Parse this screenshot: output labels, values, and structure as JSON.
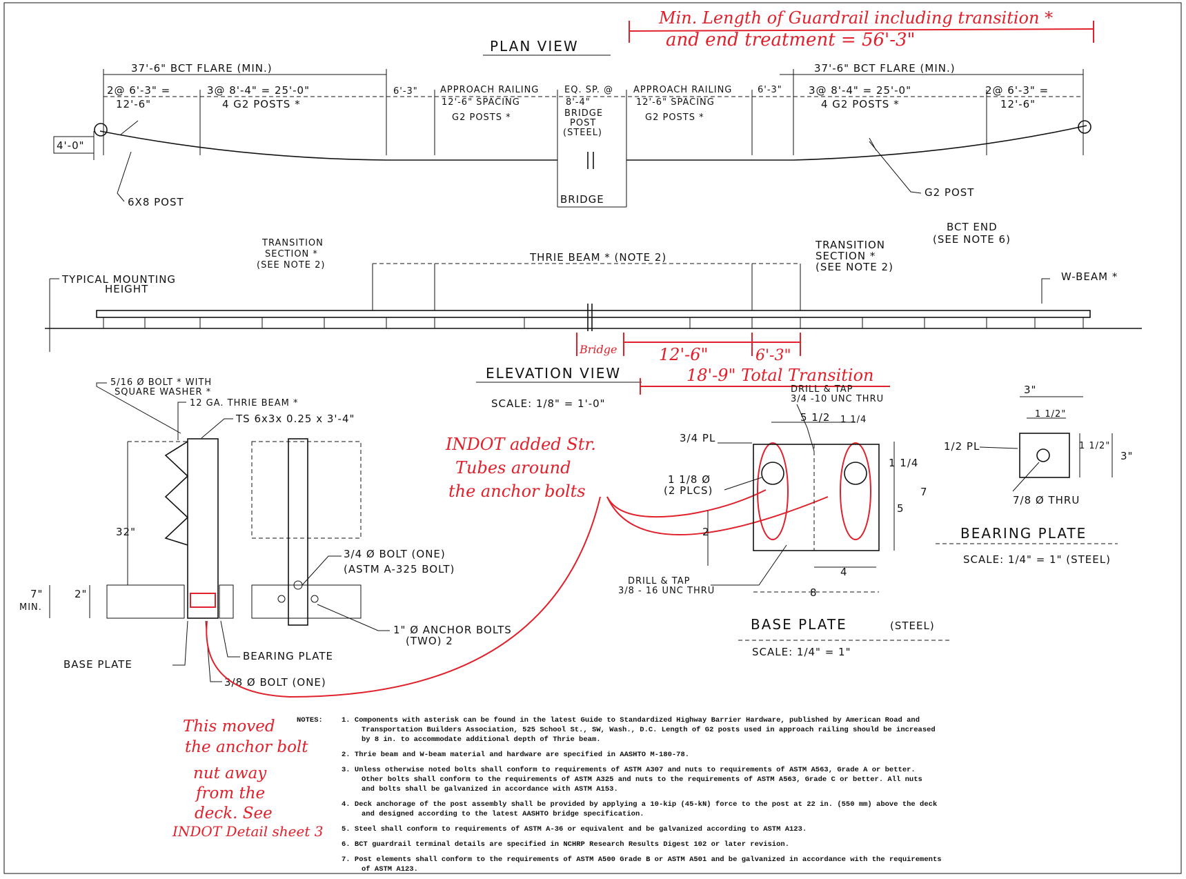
{
  "annotations": {
    "min_length_line1": "Min. Length of Guardrail including transition *",
    "min_length_line2": "and end treatment = 56'-3\"",
    "bridge": "Bridge",
    "dim_12_6": "12'-6\"",
    "dim_6_3": "6'-3\"",
    "total_transition": "18'-9\" Total Transition",
    "indot_added_1": "INDOT added Str.",
    "indot_added_2": "Tubes around",
    "indot_added_3": "the anchor bolts",
    "moved_1": "This moved",
    "moved_2": "the anchor bolt",
    "moved_3": "nut away",
    "moved_4": "from the",
    "moved_5": "deck. See",
    "moved_6": "INDOT Detail sheet 3"
  },
  "plan": {
    "title": "PLAN VIEW",
    "bct_flare_left": "37'-6\" BCT FLARE (MIN.)",
    "bct_flare_right": "37'-6\" BCT FLARE (MIN.)",
    "left_sp1a": "2@ 6'-3\" =",
    "left_sp1b": "12'-6\"",
    "left_sp2a": "3@ 8'-4\" = 25'-0\"",
    "left_sp2b": "4 G2 POSTS *",
    "gap_left": "6'-3\"",
    "approach_left_a": "APPROACH RAILING",
    "approach_left_b": "12'-6\" SPACING",
    "approach_left_c": "G2 POSTS *",
    "bridge_post_a": "EQ. SP. @",
    "bridge_post_b": "8'-4\"",
    "bridge_post_c": "BRIDGE",
    "bridge_post_d": "POST",
    "bridge_post_e": "(STEEL)",
    "approach_right_a": "APPROACH RAILING",
    "approach_right_b": "12'-6\" SPACING",
    "approach_right_c": "G2 POSTS *",
    "gap_right": "6'-3\"",
    "right_sp2a": "3@ 8'-4\" = 25'-0\"",
    "right_sp2b": "4 G2 POSTS *",
    "right_sp1a": "2@ 6'-3\" =",
    "right_sp1b": "12'-6\"",
    "offset": "4'-0\"",
    "post_6x8": "6X8 POST",
    "bridge": "BRIDGE",
    "g2_post": "G2 POST"
  },
  "elevation": {
    "title": "ELEVATION VIEW",
    "scale": "SCALE: 1/8\" = 1'-0\"",
    "transition_left_a": "TRANSITION",
    "transition_left_b": "SECTION *",
    "transition_left_c": "(SEE NOTE 2)",
    "thrie_beam": "THRIE BEAM * (NOTE 2)",
    "transition_right_a": "TRANSITION",
    "transition_right_b": "SECTION *",
    "transition_right_c": "(SEE NOTE 2)",
    "bct_end_a": "BCT END",
    "bct_end_b": "(SEE NOTE 6)",
    "typical_a": "TYPICAL MOUNTING",
    "typical_b": "HEIGHT",
    "w_beam": "W-BEAM *"
  },
  "post_detail": {
    "bolt_516_a": "5/16 Ø BOLT * WITH",
    "bolt_516_b": "SQUARE WASHER *",
    "thrie_12ga": "12 GA. THRIE BEAM *",
    "ts": "TS 6x3x 0.25 x 3'-4\"",
    "height_32": "32\"",
    "dim_2": "2\"",
    "dim_7": "7\"",
    "min": "MIN.",
    "bolt_34_a": "3/4 Ø BOLT (ONE)",
    "bolt_34_b": "(ASTM A-325 BOLT)",
    "anchor_a": "1\" Ø ANCHOR BOLTS",
    "anchor_b": "(TWO) 2",
    "bearing_plate": "BEARING PLATE",
    "base_plate": "BASE PLATE",
    "bolt_38": "3/8 Ø BOLT (ONE)"
  },
  "base_plate": {
    "drill_top_a": "DRILL & TAP",
    "drill_top_b": "3/4 -10 UNC THRU",
    "dim_5_5": "5 1/2",
    "dim_1_25": "1 1/4",
    "pl_34": "3/4 PL",
    "dim_1_25b": "1 1/4",
    "holes_a": "1 1/8 Ø",
    "holes_b": "(2 PLCS)",
    "dim_7": "7",
    "dim_5": "5",
    "dim_2": "2",
    "dim_4": "4",
    "dim_8": "8",
    "drill_bot_a": "DRILL & TAP",
    "drill_bot_b": "3/8 - 16 UNC THRU",
    "title": "BASE PLATE",
    "material": "(STEEL)",
    "scale": "SCALE: 1/4\" = 1\""
  },
  "bearing_plate": {
    "dim_3w": "3\"",
    "dim_1_5a": "1 1/2\"",
    "pl_12": "1/2 PL",
    "dim_1_5b": "1 1/2\"",
    "dim_3h": "3\"",
    "thru": "7/8 Ø THRU",
    "title": "BEARING PLATE",
    "scale": "SCALE: 1/4\" = 1\" (STEEL)"
  },
  "notes": {
    "label": "NOTES:",
    "n1a": "1.  Components with asterisk can be found in the latest Guide to Standardized Highway Barrier Hardware, published by American Road and",
    "n1b": "Transportation Builders Association, 525 School St., SW, Wash., D.C.  Length of G2 posts used in approach railing should be increased",
    "n1c": "by 8 in. to accommodate additional depth of Thrie beam.",
    "n2": "2.  Thrie beam and W-beam material and hardware are specified in AASHTO M-180-78.",
    "n3a": "3.  Unless otherwise noted bolts shall conform to requirements of ASTM A307 and nuts to requirements of ASTM A563, Grade A or better.",
    "n3b": "Other bolts shall conform to the requirements of ASTM A325 and nuts to the requirements of ASTM A563, Grade C or better.  All nuts",
    "n3c": "and bolts shall be galvanized in accordance with ASTM A153.",
    "n4a": "4.  Deck anchorage of the post assembly shall be provided by applying a 10-kip (45-kN) force to the post at 22 in. (550 mm) above the deck",
    "n4b": "and designed according to the latest AASHTO bridge specification.",
    "n5": "5.  Steel shall conform to requirements of ASTM A-36 or equivalent and be galvanized according to ASTM A123.",
    "n6": "6.  BCT guardrail terminal details are specified in NCHRP Research Results Digest 102 or later revision.",
    "n7a": "7.  Post elements shall conform to the requirements of ASTM A500 Grade B or ASTM A501 and be galvanized in accordance with the requirements",
    "n7b": "of ASTM A123."
  },
  "colors": {
    "ink": "#111111",
    "redline": "#e0202a"
  }
}
